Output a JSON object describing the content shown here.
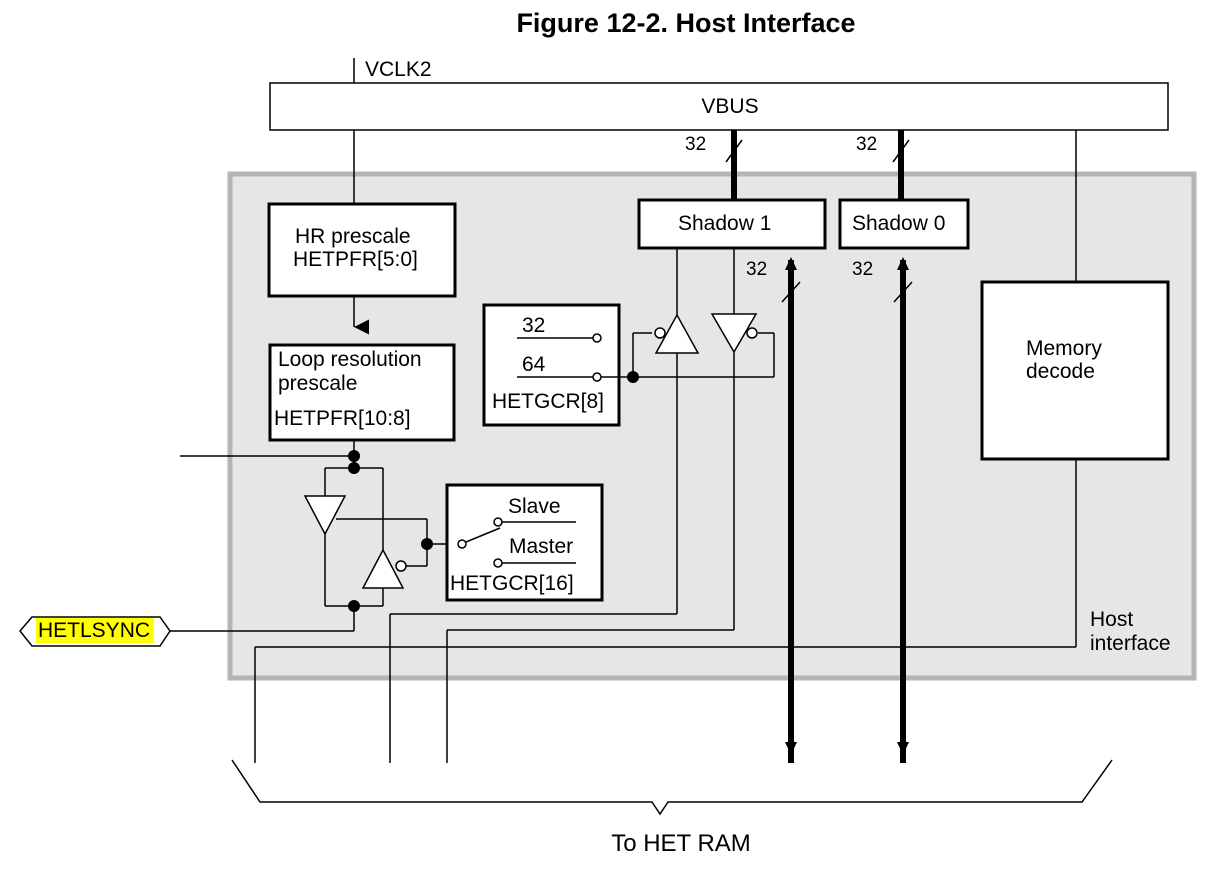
{
  "figure": {
    "title": "Figure 12-2.  Host Interface",
    "caption_bottom": "To HET RAM"
  },
  "blocks": {
    "vbus": "VBUS",
    "vclk2": "VCLK2",
    "hr_prescale_line1": "HR prescale",
    "hr_prescale_line2": "HETPFR[5:0]",
    "loop_res_line1": "Loop resolution",
    "loop_res_line2": "prescale",
    "loop_res_line3": "HETPFR[10:8]",
    "shadow1": "Shadow 1",
    "shadow0": "Shadow 0",
    "memory_decode_line1": "Memory",
    "memory_decode_line2": "decode",
    "host_interface_line1": "Host",
    "host_interface_line2": "interface"
  },
  "width_selector": {
    "opt_32": "32",
    "opt_64": "64",
    "register": "HETGCR[8]"
  },
  "mode_selector": {
    "slave": "Slave",
    "master": "Master",
    "register": "HETGCR[16]"
  },
  "bus_widths": {
    "vbus_to_shadow1": "32",
    "vbus_to_shadow0": "32",
    "shadow1_to_ram": "32",
    "shadow0_to_ram": "32"
  },
  "signals": {
    "hetlsync": "HETLSYNC"
  },
  "colors": {
    "host_region_fill": "#e6e6e6",
    "host_region_border": "#b4b4b4",
    "hetlsync_highlight": "#ffff00"
  }
}
